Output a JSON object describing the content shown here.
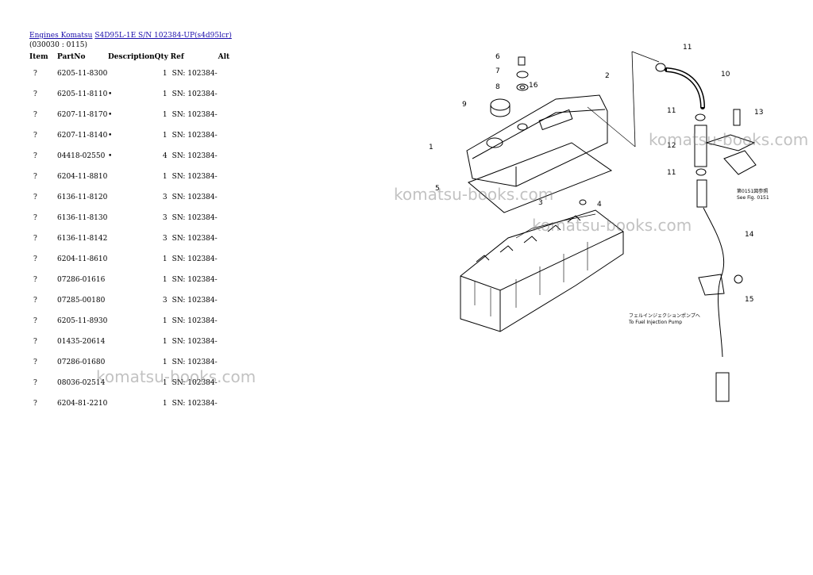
{
  "breadcrumb": {
    "link1": "Engines Komatsu",
    "link2": "S4D95L-1E S/N 102384-UP(s4d95lcr)"
  },
  "subtitle": "(030030 : 0115)",
  "table": {
    "headers": [
      "Item",
      "PartNo",
      "Description",
      "Qty",
      "Ref",
      "Alt"
    ],
    "rows": [
      {
        "item": "?",
        "part": "6205-11-8300",
        "desc": "",
        "qty": "1",
        "ref": "SN: 102384-"
      },
      {
        "item": "?",
        "part": "6205-11-8110",
        "desc": "•",
        "qty": "1",
        "ref": "SN: 102384-"
      },
      {
        "item": "?",
        "part": "6207-11-8170",
        "desc": "•",
        "qty": "1",
        "ref": "SN: 102384-"
      },
      {
        "item": "?",
        "part": "6207-11-8140",
        "desc": "•",
        "qty": "1",
        "ref": "SN: 102384-"
      },
      {
        "item": "?",
        "part": "04418-02550",
        "desc": "•",
        "qty": "4",
        "ref": "SN: 102384-"
      },
      {
        "item": "?",
        "part": "6204-11-8810",
        "desc": "",
        "qty": "1",
        "ref": "SN: 102384-"
      },
      {
        "item": "?",
        "part": "6136-11-8120",
        "desc": "",
        "qty": "3",
        "ref": "SN: 102384-"
      },
      {
        "item": "?",
        "part": "6136-11-8130",
        "desc": "",
        "qty": "3",
        "ref": "SN: 102384-"
      },
      {
        "item": "?",
        "part": "6136-11-8142",
        "desc": "",
        "qty": "3",
        "ref": "SN: 102384-"
      },
      {
        "item": "?",
        "part": "6204-11-8610",
        "desc": "",
        "qty": "1",
        "ref": "SN: 102384-"
      },
      {
        "item": "?",
        "part": "07286-01616",
        "desc": "",
        "qty": "1",
        "ref": "SN: 102384-"
      },
      {
        "item": "?",
        "part": "07285-00180",
        "desc": "",
        "qty": "3",
        "ref": "SN: 102384-"
      },
      {
        "item": "?",
        "part": "6205-11-8930",
        "desc": "",
        "qty": "1",
        "ref": "SN: 102384-"
      },
      {
        "item": "?",
        "part": "01435-20614",
        "desc": "",
        "qty": "1",
        "ref": "SN: 102384-"
      },
      {
        "item": "?",
        "part": "07286-01680",
        "desc": "",
        "qty": "1",
        "ref": "SN: 102384-"
      },
      {
        "item": "?",
        "part": "08036-02514",
        "desc": "",
        "qty": "1",
        "ref": "SN: 102384-"
      },
      {
        "item": "?",
        "part": "6204-81-2210",
        "desc": "",
        "qty": "1",
        "ref": "SN: 102384-"
      }
    ]
  },
  "watermark": "komatsu-books.com",
  "diagram": {
    "callouts": [
      "1",
      "2",
      "3",
      "4",
      "5",
      "6",
      "7",
      "8",
      "9",
      "10",
      "11",
      "11",
      "11",
      "12",
      "13",
      "14",
      "15",
      "16"
    ],
    "note_ref": "第0151図参照",
    "note_see": "See Fig. 0151",
    "note_pump_jp": "フェルインジェクションポンプへ",
    "note_pump_en": "To Fuel Injection Pump"
  }
}
